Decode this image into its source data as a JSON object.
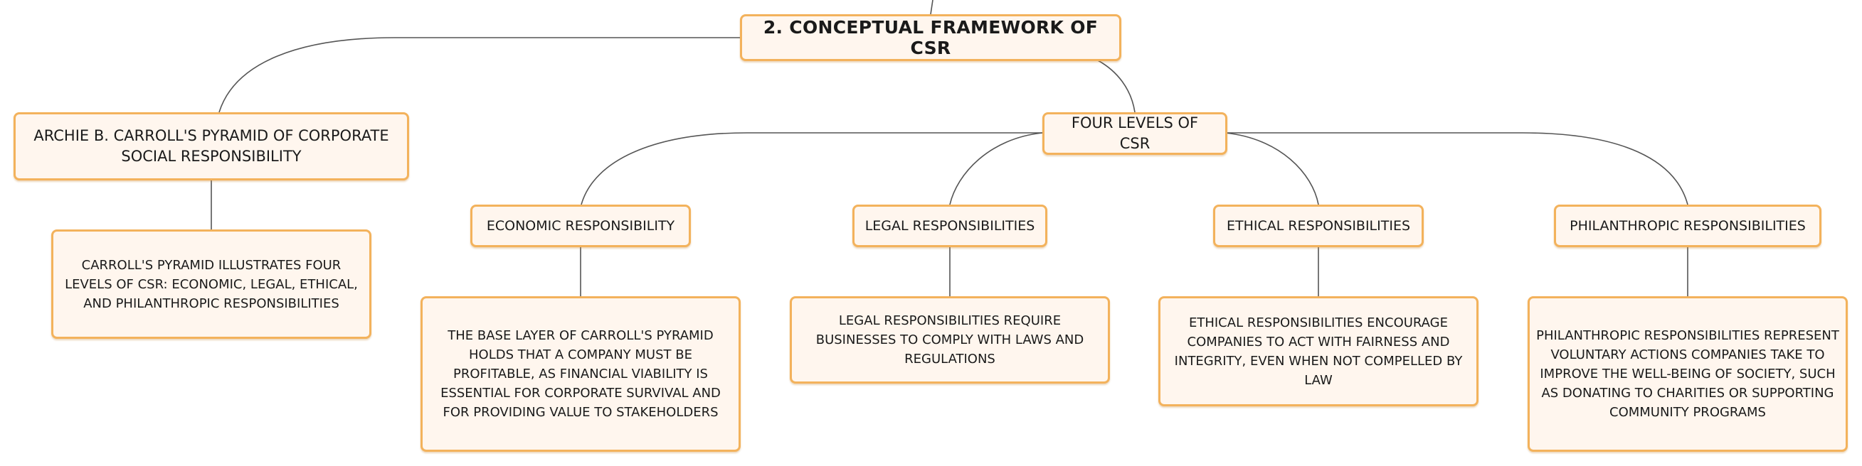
{
  "root": {
    "label": "2. Conceptual Framework of CSR"
  },
  "carroll": {
    "label": "Archie B. Carroll's Pyramid of Corporate Social Responsibility",
    "description": "Carroll's pyramid illustrates four levels of CSR: economic, legal, ethical, and philanthropic responsibilities"
  },
  "four_levels": {
    "label": "Four Levels of CSR"
  },
  "levels": [
    {
      "label": "Economic Responsibility",
      "description": "The base layer of Carroll's pyramid holds that a company must be profitable, as financial viability is essential for corporate survival and for providing value to stakeholders"
    },
    {
      "label": "Legal Responsibilities",
      "description": "Legal responsibilities require businesses to comply with laws and regulations"
    },
    {
      "label": "Ethical Responsibilities",
      "description": "Ethical responsibilities encourage companies to act with fairness and integrity, even when not compelled by law"
    },
    {
      "label": "Philanthropic Responsibilities",
      "description": "Philanthropic responsibilities represent voluntary actions companies take to improve the well-being of society, such as donating to charities or supporting community programs"
    }
  ],
  "colors": {
    "border": "#f3b25c",
    "fill": "#fff6ee",
    "connector": "#555555"
  }
}
